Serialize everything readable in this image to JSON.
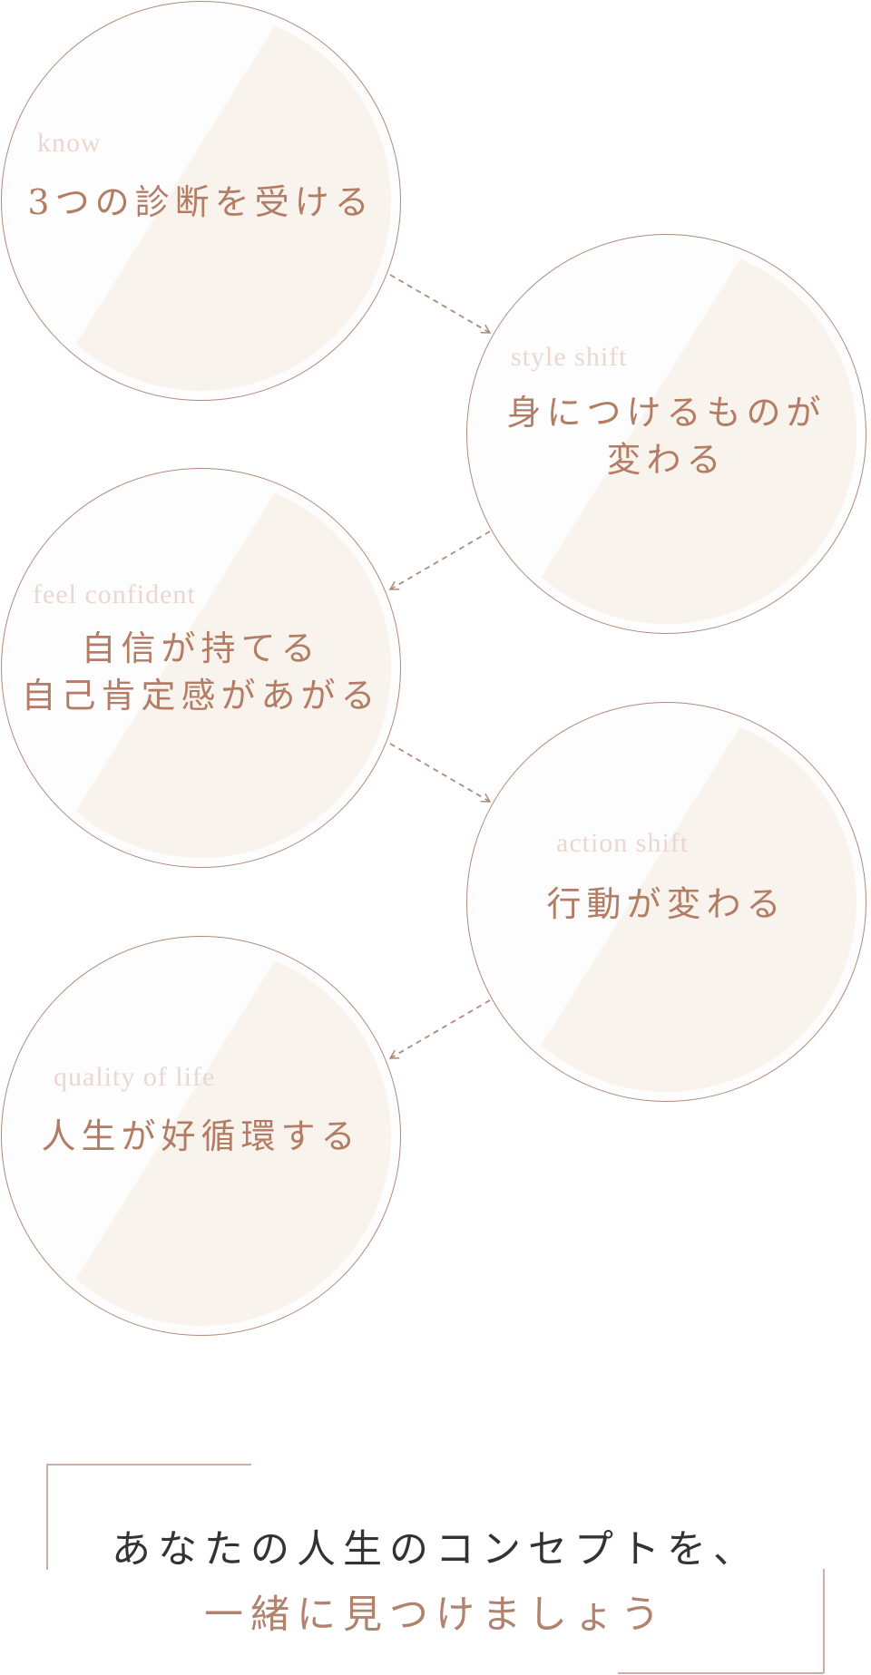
{
  "steps": [
    {
      "en": "know",
      "ja": "3つの診断を受ける"
    },
    {
      "en": "style shift",
      "ja": "身につけるものが\n変わる"
    },
    {
      "en": "feel confident",
      "ja": "自信が持てる\n自己肯定感があがる"
    },
    {
      "en": "action shift",
      "ja": "行動が変わる"
    },
    {
      "en": "quality of life",
      "ja": "人生が好循環する"
    }
  ],
  "closing": {
    "line1": "あなたの人生のコンセプトを、",
    "line2": "一緒に見つけましょう"
  },
  "colors": {
    "circle_border": "#b08a79",
    "circle_wash": "#f8f3ec",
    "english_label": "#ead8d0",
    "japanese_label": "#b37c64",
    "arrow": "#b08a79",
    "frame": "#c9aea3",
    "closing_dark": "#333333",
    "closing_accent": "#b3826e"
  }
}
